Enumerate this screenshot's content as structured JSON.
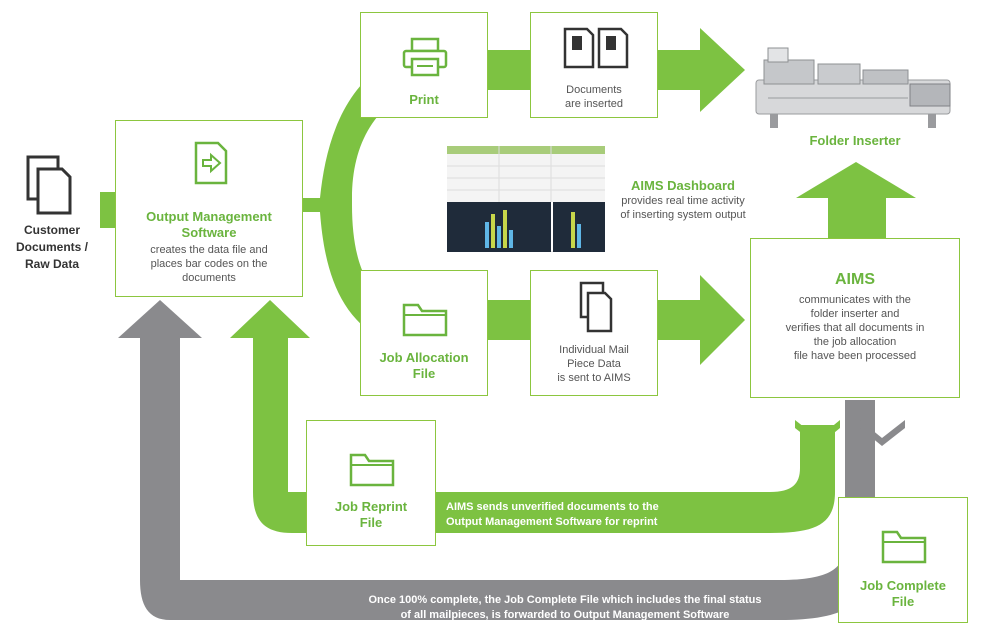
{
  "colors": {
    "green": "#7dc242",
    "gray": "#8a8a8d",
    "border": "#8cc63f",
    "title_green": "#6ab43e"
  },
  "customer": {
    "lines": [
      "Customer",
      "Documents /",
      "Raw Data"
    ],
    "icon": "documents-icon"
  },
  "oms": {
    "title_lines": [
      "Output Management",
      "Software"
    ],
    "desc_lines": [
      "creates the data file and",
      "places bar codes on the",
      "documents"
    ],
    "icon": "file-arrow-icon"
  },
  "print": {
    "title": "Print",
    "icon": "printer-icon"
  },
  "docs_inserted": {
    "lines": [
      "Documents",
      "are inserted"
    ],
    "icon": "document-pair-icon"
  },
  "folder_inserter": {
    "label": "Folder Inserter",
    "icon": "folder-inserter-machine-icon"
  },
  "dashboard": {
    "title": "AIMS Dashboard",
    "desc_lines": [
      "provides real time activity",
      "of inserting system output"
    ],
    "icon": "dashboard-screenshot"
  },
  "job_allocation": {
    "title_lines": [
      "Job Allocation",
      "File"
    ],
    "icon": "folder-icon"
  },
  "mail_piece": {
    "lines": [
      "Individual Mail",
      "Piece Data",
      "is sent to AIMS"
    ],
    "icon": "documents-icon"
  },
  "aims": {
    "title": "AIMS",
    "desc_lines": [
      "communicates with the",
      "folder inserter and",
      "verifies that all documents in",
      "the job allocation",
      "file have been processed"
    ]
  },
  "job_reprint": {
    "title_lines": [
      "Job Reprint",
      "File"
    ],
    "icon": "folder-icon"
  },
  "reprint_text": {
    "lines": [
      "AIMS sends unverified documents to the",
      "Output Management Software for reprint"
    ]
  },
  "job_complete": {
    "title_lines": [
      "Job Complete",
      "File"
    ],
    "icon": "folder-icon"
  },
  "complete_text": {
    "lines": [
      "Once 100% complete, the Job Complete File which includes the final status",
      "of all mailpieces, is forwarded to Output Management Software"
    ]
  }
}
